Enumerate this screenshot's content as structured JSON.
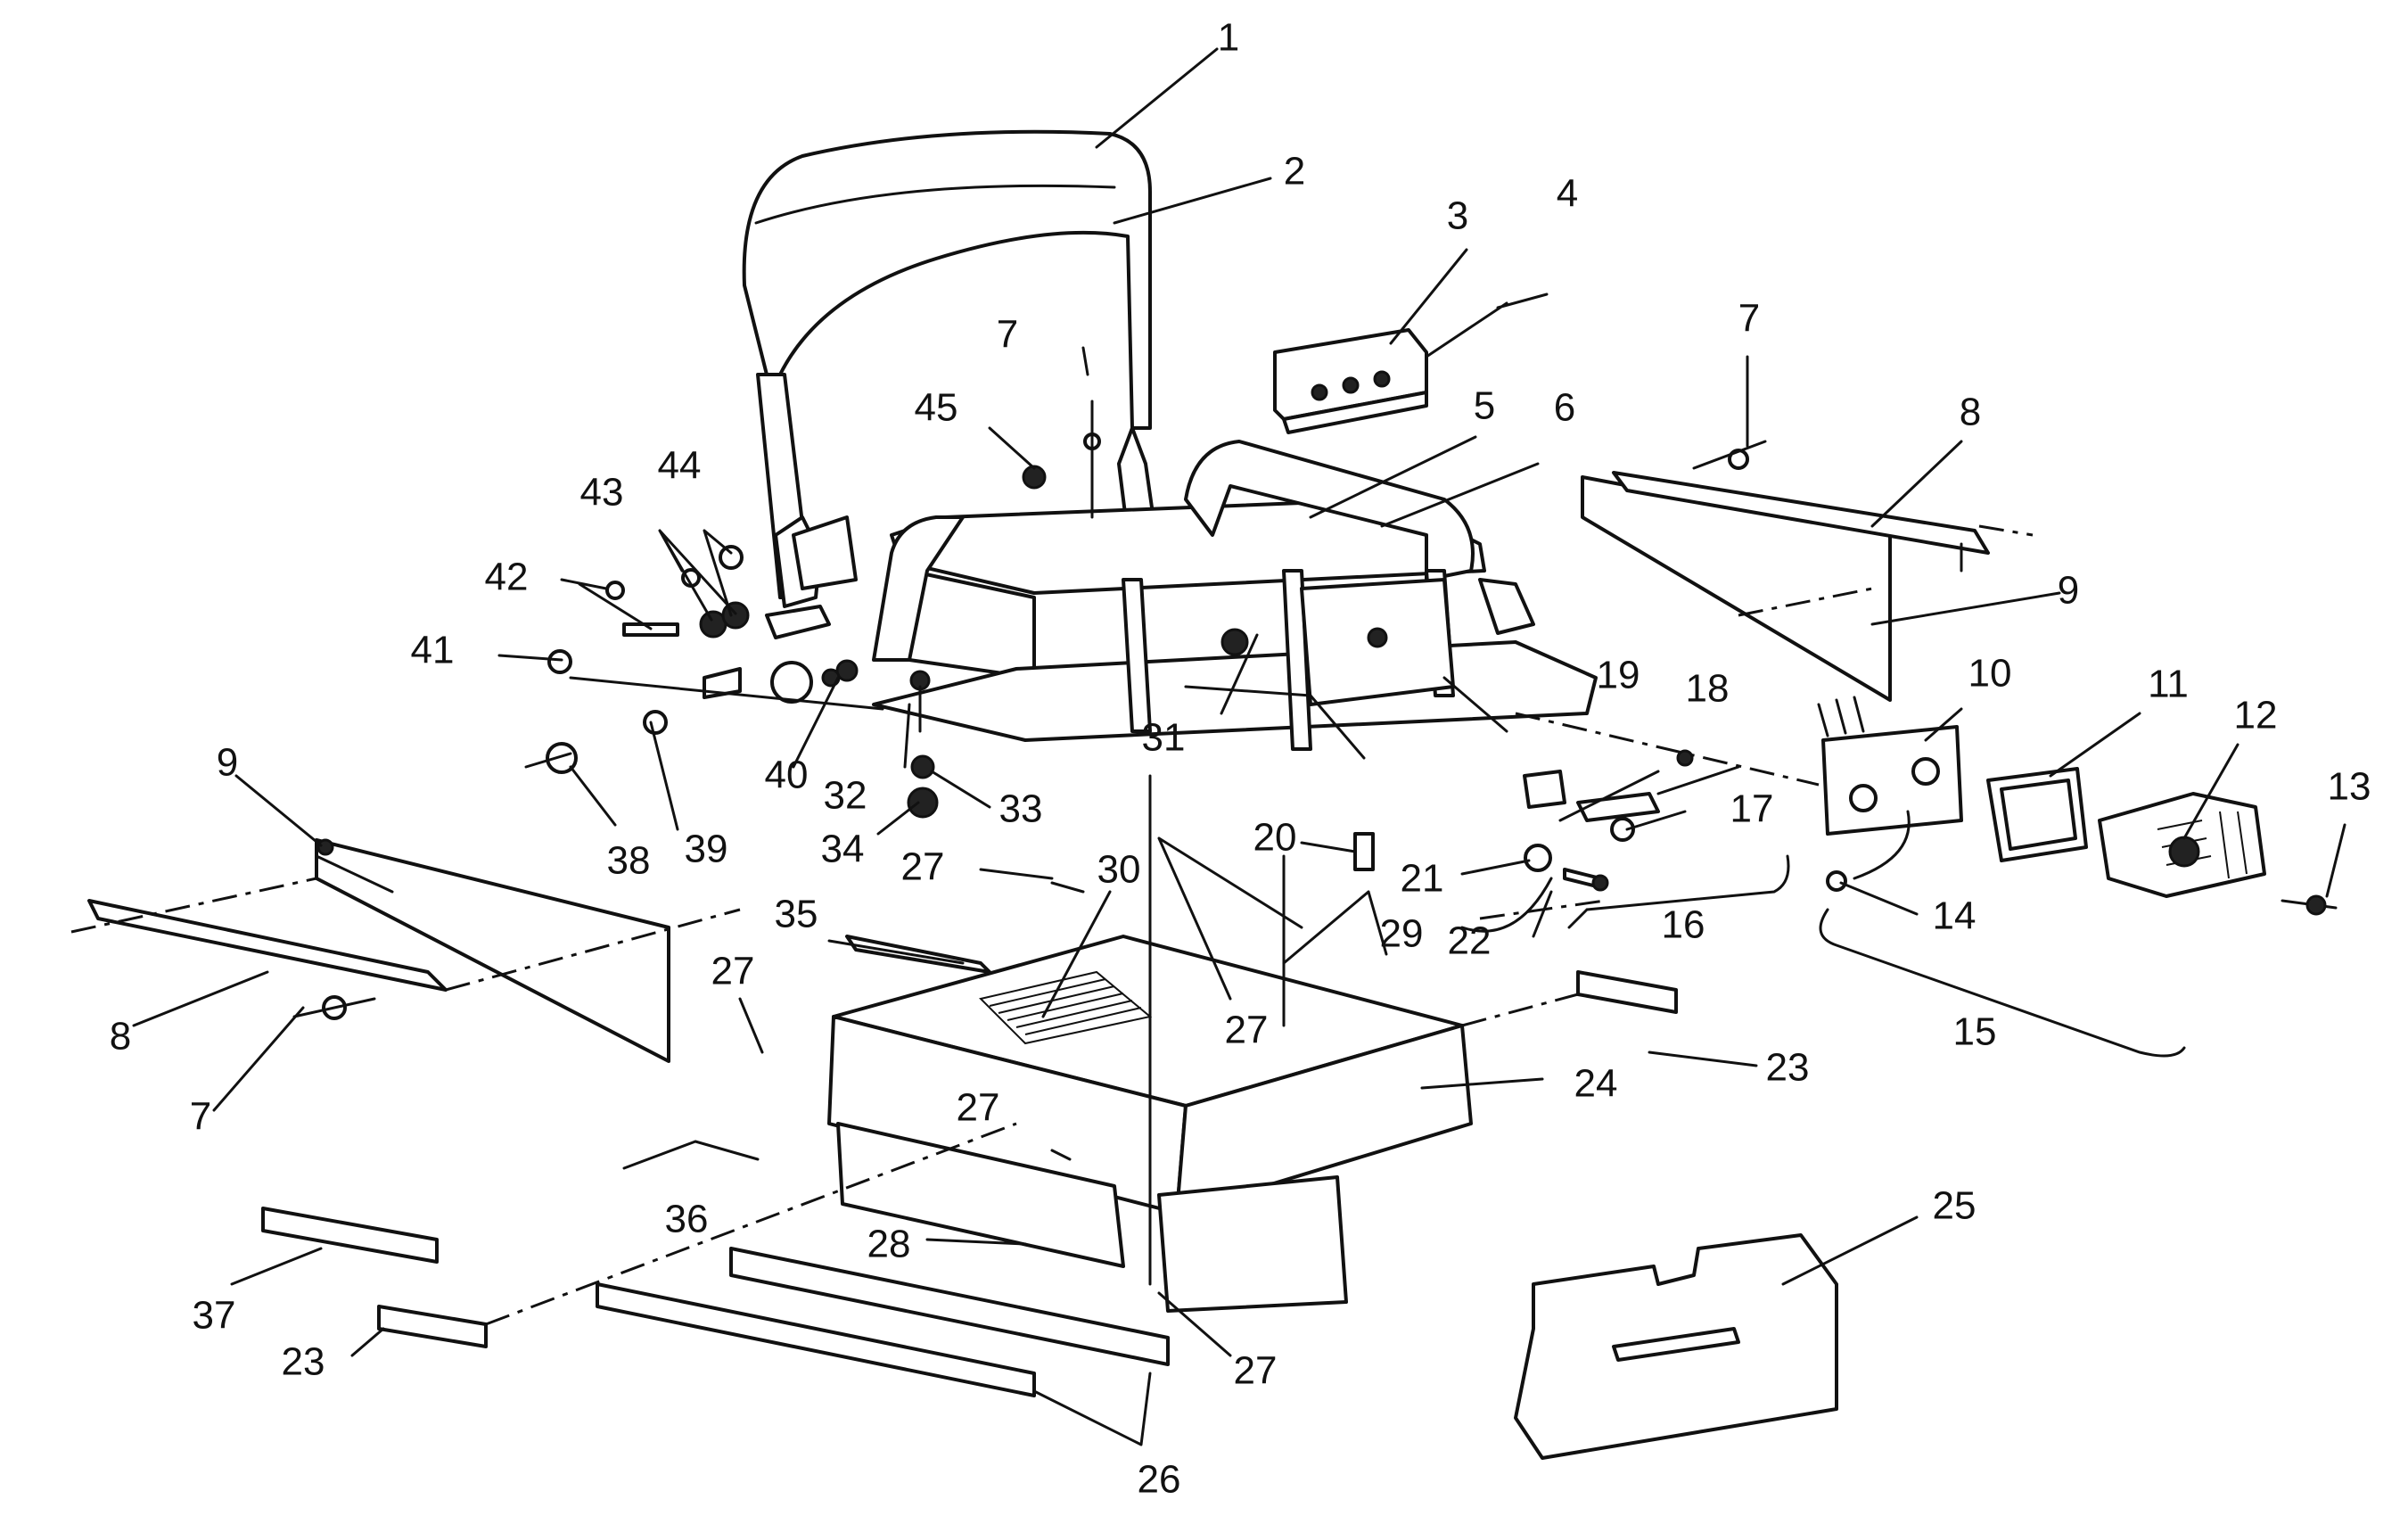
{
  "callouts": [
    {
      "id": "1",
      "label": "1"
    },
    {
      "id": "2",
      "label": "2"
    },
    {
      "id": "3",
      "label": "3"
    },
    {
      "id": "4",
      "label": "4"
    },
    {
      "id": "5",
      "label": "5"
    },
    {
      "id": "6",
      "label": "6"
    },
    {
      "id": "7a",
      "label": "7"
    },
    {
      "id": "7b",
      "label": "7"
    },
    {
      "id": "7c",
      "label": "7"
    },
    {
      "id": "8a",
      "label": "8"
    },
    {
      "id": "8b",
      "label": "8"
    },
    {
      "id": "9a",
      "label": "9"
    },
    {
      "id": "9b",
      "label": "9"
    },
    {
      "id": "10",
      "label": "10"
    },
    {
      "id": "11",
      "label": "11"
    },
    {
      "id": "12",
      "label": "12"
    },
    {
      "id": "13",
      "label": "13"
    },
    {
      "id": "14",
      "label": "14"
    },
    {
      "id": "15",
      "label": "15"
    },
    {
      "id": "16",
      "label": "16"
    },
    {
      "id": "17",
      "label": "17"
    },
    {
      "id": "18",
      "label": "18"
    },
    {
      "id": "19",
      "label": "19"
    },
    {
      "id": "20",
      "label": "20"
    },
    {
      "id": "21",
      "label": "21"
    },
    {
      "id": "22",
      "label": "22"
    },
    {
      "id": "23a",
      "label": "23"
    },
    {
      "id": "23b",
      "label": "23"
    },
    {
      "id": "24",
      "label": "24"
    },
    {
      "id": "25",
      "label": "25"
    },
    {
      "id": "26",
      "label": "26"
    },
    {
      "id": "27a",
      "label": "27"
    },
    {
      "id": "27b",
      "label": "27"
    },
    {
      "id": "27c",
      "label": "27"
    },
    {
      "id": "27d",
      "label": "27"
    },
    {
      "id": "27e",
      "label": "27"
    },
    {
      "id": "28",
      "label": "28"
    },
    {
      "id": "29",
      "label": "29"
    },
    {
      "id": "30",
      "label": "30"
    },
    {
      "id": "31",
      "label": "31"
    },
    {
      "id": "32",
      "label": "32"
    },
    {
      "id": "33",
      "label": "33"
    },
    {
      "id": "34",
      "label": "34"
    },
    {
      "id": "35",
      "label": "35"
    },
    {
      "id": "36",
      "label": "36"
    },
    {
      "id": "37",
      "label": "37"
    },
    {
      "id": "38",
      "label": "38"
    },
    {
      "id": "39",
      "label": "39"
    },
    {
      "id": "40",
      "label": "40"
    },
    {
      "id": "41",
      "label": "41"
    },
    {
      "id": "42",
      "label": "42"
    },
    {
      "id": "43",
      "label": "43"
    },
    {
      "id": "44",
      "label": "44"
    },
    {
      "id": "45",
      "label": "45"
    }
  ]
}
